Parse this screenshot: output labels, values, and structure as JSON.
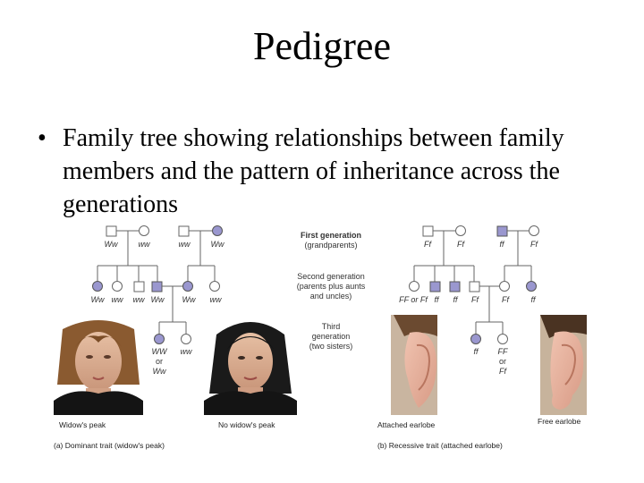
{
  "slide": {
    "title": "Pedigree",
    "bullet_symbol": "•",
    "bullet": "Family tree showing relationships between family members and the pattern of inheritance across the generations"
  },
  "figure": {
    "generation_labels": {
      "first_l1": "First generation",
      "first_l2": "(grandparents)",
      "second_l1": "Second generation",
      "second_l2": "(parents plus aunts",
      "second_l3": "and uncles)",
      "third_l1": "Third",
      "third_l2": "generation",
      "third_l3": "(two sisters)"
    },
    "left": {
      "gen1": [
        "Ww",
        "ww",
        "ww",
        "Ww"
      ],
      "gen2": [
        "Ww",
        "ww",
        "ww",
        "Ww",
        "Ww",
        "ww"
      ],
      "gen3": [
        "WW",
        "or",
        "Ww",
        "ww"
      ],
      "photo1_caption": "Widow's peak",
      "photo2_caption": "No widow's peak",
      "panel_caption": "(a) Dominant trait (widow's peak)"
    },
    "right": {
      "gen1": [
        "Ff",
        "Ff",
        "ff",
        "Ff"
      ],
      "gen2": [
        "FF or Ff",
        "ff",
        "ff",
        "Ff",
        "Ff",
        "ff"
      ],
      "gen3": [
        "ff",
        "FF",
        "or",
        "Ff"
      ],
      "photo1_caption": "Attached earlobe",
      "photo2_caption": "Free earlobe",
      "panel_caption": "(b) Recessive trait (attached earlobe)"
    },
    "colors": {
      "affected": "#9a97cf",
      "unaffected": "#ffffff",
      "line": "#666666"
    }
  }
}
